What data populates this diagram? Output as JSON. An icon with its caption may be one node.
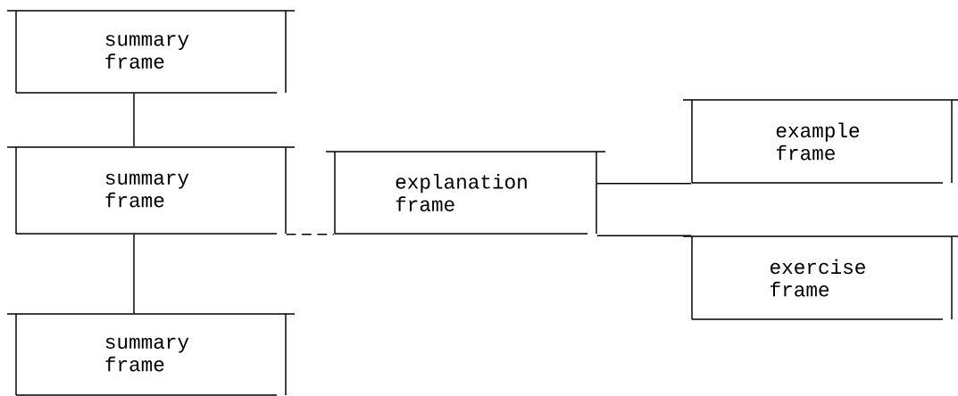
{
  "diagram": {
    "nodes": [
      {
        "text": [
          "summary frame"
        ]
      },
      {
        "text": [
          "summary frame"
        ]
      },
      {
        "text": [
          "summary frame"
        ]
      },
      {
        "text": [
          "explanation frame"
        ]
      },
      {
        "text": [
          "example frame"
        ]
      },
      {
        "text": [
          "exercise frame"
        ]
      }
    ],
    "edges": [
      {
        "from": 0,
        "to": 1,
        "arrow": "none"
      },
      {
        "from": 1,
        "to": 2,
        "arrow": "none"
      },
      {
        "from": 1,
        "to": 3,
        "arrow": "none",
        "style": "dashed"
      },
      {
        "from": 3,
        "to": 4,
        "arrow": "none"
      },
      {
        "from": 3,
        "to": 5,
        "arrow": "none"
      }
    ]
  }
}
